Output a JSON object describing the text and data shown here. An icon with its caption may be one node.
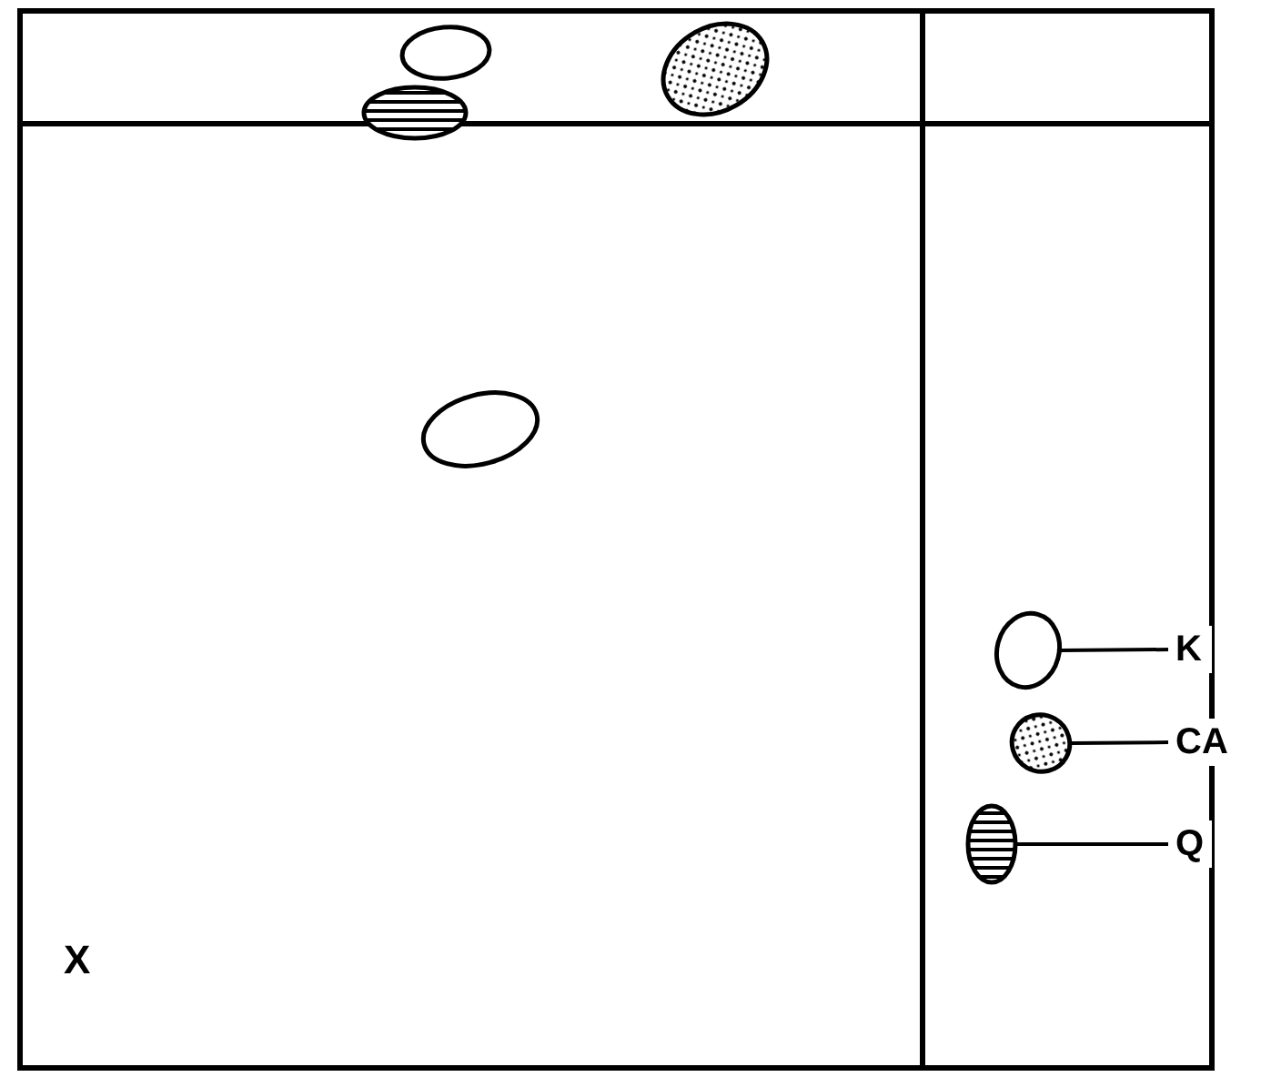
{
  "diagram": {
    "nodes": [
      {
        "text": [
          "K"
        ]
      },
      {
        "text": [
          "CA"
        ]
      },
      {
        "text": [
          "Q"
        ]
      },
      {
        "text": [],
        "shape": "circle"
      },
      {
        "text": [],
        "shape": "circle"
      },
      {
        "text": [],
        "shape": "circle"
      }
    ],
    "edges": [
      {
        "from": 0,
        "to": 3,
        "arrow": "none"
      },
      {
        "from": 1,
        "to": 4,
        "arrow": "none"
      },
      {
        "from": 2,
        "to": 5,
        "arrow": "none"
      }
    ],
    "labels": [
      "X"
    ]
  }
}
